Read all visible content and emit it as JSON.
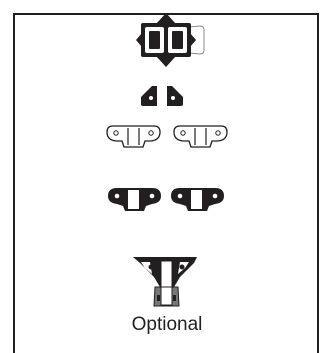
{
  "caption": "Optional",
  "colors": {
    "ink": "#231f20",
    "paper": "#ffffff",
    "outline": "#888888",
    "optional_fill": "#777777"
  },
  "parts": [
    {
      "name": "main-body",
      "icon": "arrow-block-icon"
    },
    {
      "name": "small-clips",
      "count": 2
    },
    {
      "name": "outline-brackets",
      "count": 2
    },
    {
      "name": "filled-brackets",
      "count": 2
    },
    {
      "name": "optional-mount",
      "icon": "mount-icon"
    }
  ]
}
